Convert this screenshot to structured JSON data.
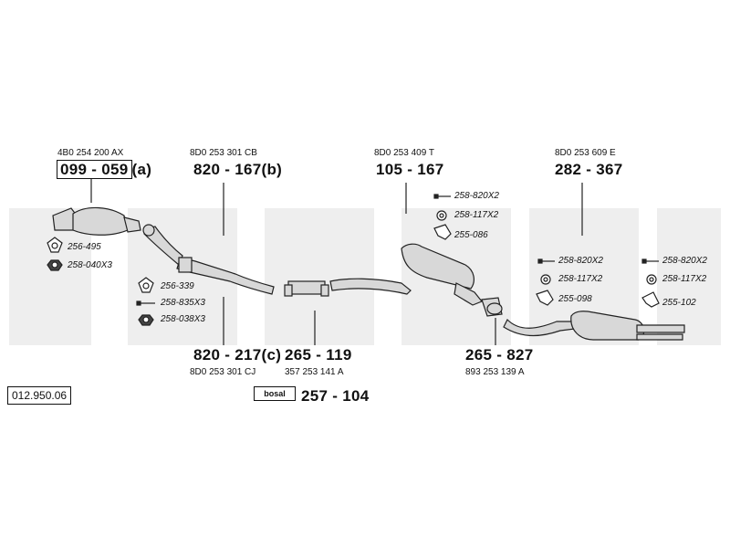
{
  "diagram": {
    "code": "012.950.06",
    "parts": [
      {
        "id": "p1",
        "ref": "4B0 254 200 AX",
        "number": "099 - 059",
        "suffix": "(a)"
      },
      {
        "id": "p2",
        "ref": "8D0 253 301 CB",
        "number": "820 - 167(b)"
      },
      {
        "id": "p3",
        "ref": "8D0 253 409 T",
        "number": "105 - 167"
      },
      {
        "id": "p4",
        "ref": "8D0 253 609 E",
        "number": "282 - 367"
      },
      {
        "id": "p5",
        "ref": "8D0 253 301 CJ",
        "number": "820 - 217(c)"
      },
      {
        "id": "p6",
        "ref": "357 253 141 A",
        "number": "265 - 119"
      },
      {
        "id": "p7",
        "ref": "893 253 139 A",
        "number": "265 - 827"
      },
      {
        "id": "p8",
        "number": "257 - 104",
        "badge": "bosal"
      }
    ],
    "accessories": [
      {
        "id": "a1",
        "label": "256-495",
        "icon": "flange-gasket-icon"
      },
      {
        "id": "a2",
        "label": "258-040X3",
        "icon": "nut-icon"
      },
      {
        "id": "a3",
        "label": "256-339",
        "icon": "flange-gasket-icon"
      },
      {
        "id": "a4",
        "label": "258-835X3",
        "icon": "bolt-icon"
      },
      {
        "id": "a5",
        "label": "258-038X3",
        "icon": "nut-icon"
      },
      {
        "id": "a6",
        "label": "258-820X2",
        "icon": "bolt-icon"
      },
      {
        "id": "a7",
        "label": "258-117X2",
        "icon": "ring-icon"
      },
      {
        "id": "a8",
        "label": "255-086",
        "icon": "clamp-icon"
      },
      {
        "id": "a9",
        "label": "258-820X2",
        "icon": "bolt-icon"
      },
      {
        "id": "a10",
        "label": "258-117X2",
        "icon": "ring-icon"
      },
      {
        "id": "a11",
        "label": "255-098",
        "icon": "clamp-icon"
      },
      {
        "id": "a12",
        "label": "258-820X2",
        "icon": "bolt-icon"
      },
      {
        "id": "a13",
        "label": "258-117X2",
        "icon": "ring-icon"
      },
      {
        "id": "a14",
        "label": "255-102",
        "icon": "clamp-icon"
      }
    ]
  }
}
